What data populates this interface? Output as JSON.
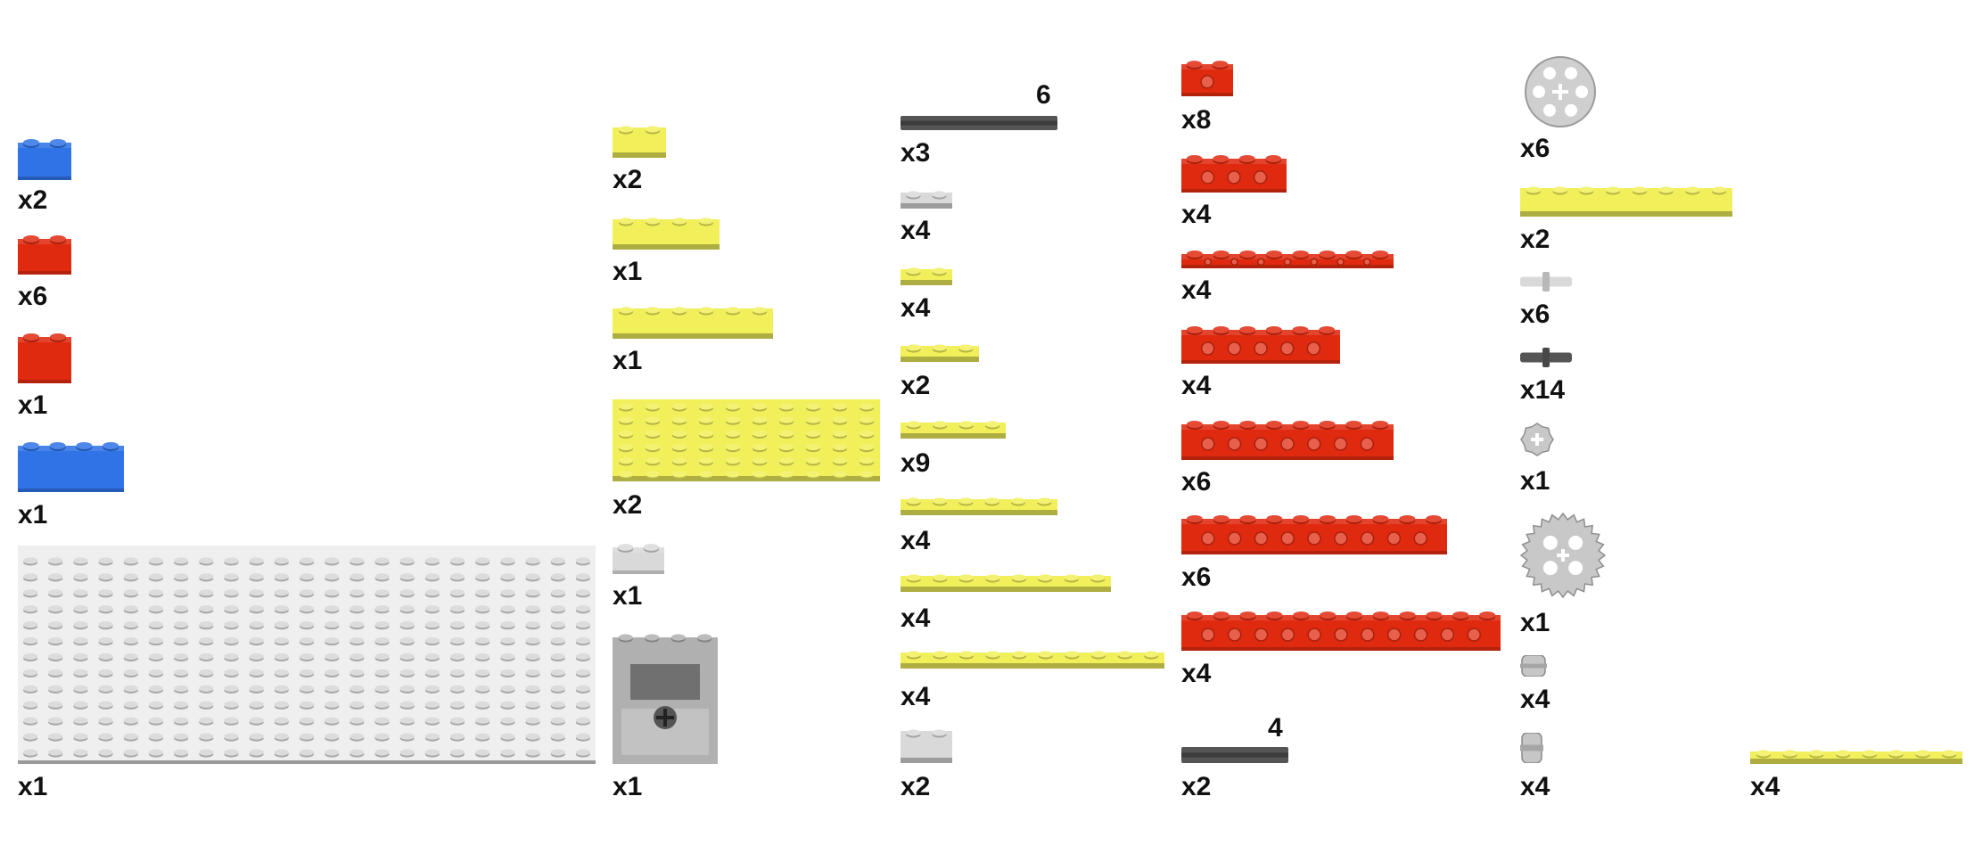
{
  "colors": {
    "blue": "#2f73e6",
    "red": "#e02a10",
    "yellow": "#f2f05a",
    "light_gray": "#d9d9d9",
    "dark_gray": "#555555",
    "text": "#111111"
  },
  "parts": [
    {
      "id": "blue-2x2-brick",
      "color": "blue",
      "kind": "brick",
      "quantity": "x2"
    },
    {
      "id": "red-2x2-brick",
      "color": "red",
      "kind": "brick",
      "quantity": "x6"
    },
    {
      "id": "red-2x2-tall-brick",
      "color": "red",
      "kind": "brick",
      "quantity": "x1"
    },
    {
      "id": "blue-2x4-brick",
      "color": "blue",
      "kind": "brick",
      "quantity": "x1"
    },
    {
      "id": "gray-baseplate",
      "color": "light_gray",
      "kind": "baseplate",
      "quantity": "x1"
    },
    {
      "id": "yellow-plate-1x2",
      "color": "yellow",
      "kind": "plate",
      "quantity": "x2"
    },
    {
      "id": "yellow-plate-1x4",
      "color": "yellow",
      "kind": "plate",
      "quantity": "x1"
    },
    {
      "id": "yellow-plate-1x6",
      "color": "yellow",
      "kind": "plate",
      "quantity": "x1"
    },
    {
      "id": "yellow-plate-6x10",
      "color": "yellow",
      "kind": "plate",
      "quantity": "x2"
    },
    {
      "id": "gray-technic-brick",
      "color": "light_gray",
      "kind": "brick",
      "quantity": "x1"
    },
    {
      "id": "gray-motor",
      "color": "light_gray",
      "kind": "motor",
      "quantity": "x1"
    },
    {
      "id": "axle-6",
      "color": "dark_gray",
      "kind": "axle",
      "length_label": "6",
      "quantity": "x3"
    },
    {
      "id": "gray-plate-1x2",
      "color": "light_gray",
      "kind": "plate",
      "quantity": "x4"
    },
    {
      "id": "yellow-plate-1x2-b",
      "color": "yellow",
      "kind": "plate",
      "quantity": "x4"
    },
    {
      "id": "yellow-plate-1x3",
      "color": "yellow",
      "kind": "plate",
      "quantity": "x2"
    },
    {
      "id": "yellow-plate-1x4-b",
      "color": "yellow",
      "kind": "plate",
      "quantity": "x9"
    },
    {
      "id": "yellow-plate-1x6-b",
      "color": "yellow",
      "kind": "plate",
      "quantity": "x4"
    },
    {
      "id": "yellow-plate-1x8",
      "color": "yellow",
      "kind": "plate",
      "quantity": "x4"
    },
    {
      "id": "yellow-plate-1x10",
      "color": "yellow",
      "kind": "plate",
      "quantity": "x4"
    },
    {
      "id": "gray-plate-2x2-corner",
      "color": "light_gray",
      "kind": "plate",
      "quantity": "x2"
    },
    {
      "id": "red-technic-brick-1x2",
      "color": "red",
      "kind": "technic-brick",
      "quantity": "x8"
    },
    {
      "id": "red-technic-brick-1x4",
      "color": "red",
      "kind": "technic-brick",
      "quantity": "x4"
    },
    {
      "id": "red-technic-brick-1x16",
      "color": "red",
      "kind": "technic-brick",
      "quantity": "x4"
    },
    {
      "id": "red-technic-brick-1x6",
      "color": "red",
      "kind": "technic-brick",
      "quantity": "x4"
    },
    {
      "id": "red-technic-brick-1x8",
      "color": "red",
      "kind": "technic-brick",
      "quantity": "x6"
    },
    {
      "id": "red-technic-brick-1x10",
      "color": "red",
      "kind": "technic-brick",
      "quantity": "x6"
    },
    {
      "id": "red-technic-brick-1x12",
      "color": "red",
      "kind": "technic-brick",
      "quantity": "x4"
    },
    {
      "id": "axle-4",
      "color": "dark_gray",
      "kind": "axle",
      "length_label": "4",
      "quantity": "x2"
    },
    {
      "id": "gray-wheel-hub",
      "color": "light_gray",
      "kind": "wheel",
      "quantity": "x6"
    },
    {
      "id": "yellow-plate-1x8-wide",
      "color": "yellow",
      "kind": "plate",
      "quantity": "x2"
    },
    {
      "id": "gray-pin",
      "color": "light_gray",
      "kind": "pin",
      "quantity": "x6"
    },
    {
      "id": "dark-pin",
      "color": "dark_gray",
      "kind": "pin",
      "quantity": "x14"
    },
    {
      "id": "gray-gear-8",
      "color": "light_gray",
      "kind": "gear",
      "quantity": "x1"
    },
    {
      "id": "gray-gear-24",
      "color": "light_gray",
      "kind": "gear",
      "quantity": "x1"
    },
    {
      "id": "gray-bush",
      "color": "light_gray",
      "kind": "bush",
      "quantity": "x4"
    },
    {
      "id": "gray-half-bush",
      "color": "light_gray",
      "kind": "bush",
      "quantity": "x4"
    },
    {
      "id": "yellow-long-plate",
      "color": "yellow",
      "kind": "plate",
      "quantity": "x4"
    }
  ]
}
